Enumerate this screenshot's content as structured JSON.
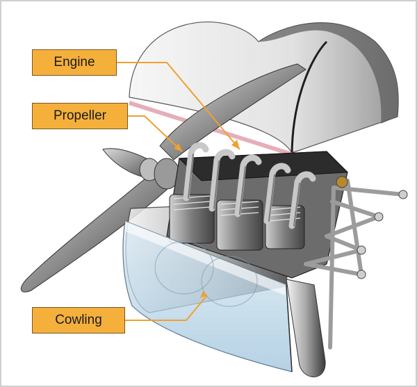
{
  "labels": {
    "engine": "Engine",
    "propeller": "Propeller",
    "cowling": "Cowling"
  },
  "colors": {
    "label_fill": "#f5b03c",
    "leader_line": "#f0a030",
    "cowling_glass": "#bcd8ea",
    "engine_metal": "#8a8a8a"
  }
}
